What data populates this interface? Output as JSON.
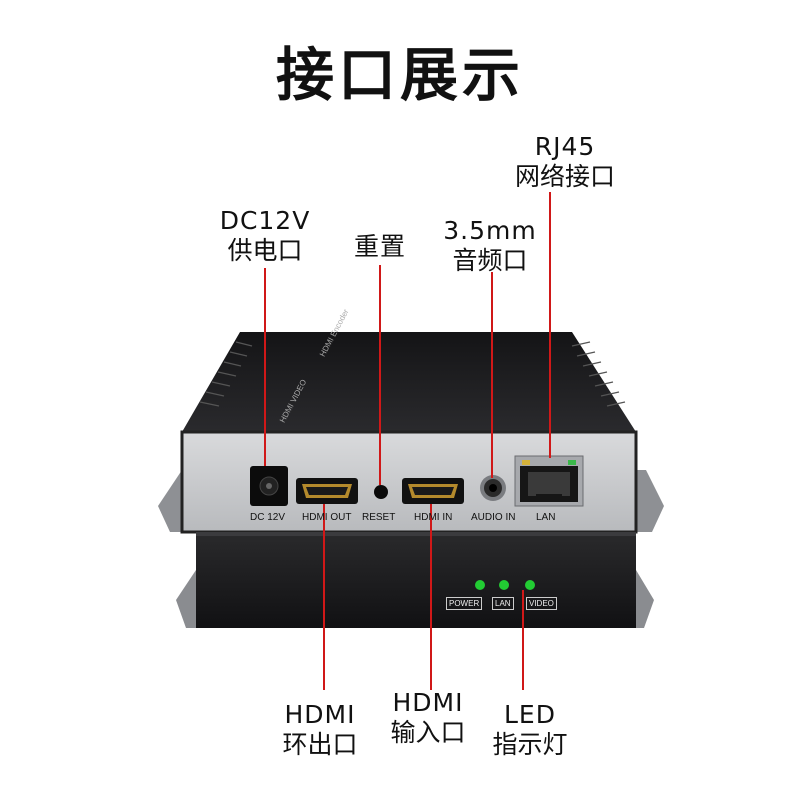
{
  "title": "接口展示",
  "callouts": {
    "dc": {
      "line1": "DC12V",
      "line2": "供电口"
    },
    "reset": {
      "line1": "重置"
    },
    "audio": {
      "line1": "3.5mm",
      "line2": "音频口"
    },
    "rj45": {
      "line1": "RJ45",
      "line2": "网络接口"
    },
    "hdmi_out": {
      "line1": "HDMI",
      "line2": "环出口"
    },
    "hdmi_in": {
      "line1": "HDMI",
      "line2": "输入口"
    },
    "led": {
      "line1": "LED",
      "line2": "指示灯"
    }
  },
  "panel_labels": {
    "dc": "DC 12V",
    "hdmi_out": "HDMI OUT",
    "reset": "RESET",
    "hdmi_in": "HDMI IN",
    "audio_in": "AUDIO IN",
    "lan": "LAN"
  },
  "led_labels": {
    "power": "POWER",
    "lan": "LAN",
    "video": "VIDEO"
  },
  "lid_texts": {
    "a": "HDMI Encoder",
    "b": "HDMI VIDEO"
  },
  "colors": {
    "leader_line": "#d01818",
    "led_on": "#22cc33",
    "panel": "#c9cbcd",
    "chassis": "#1c1c1e"
  }
}
